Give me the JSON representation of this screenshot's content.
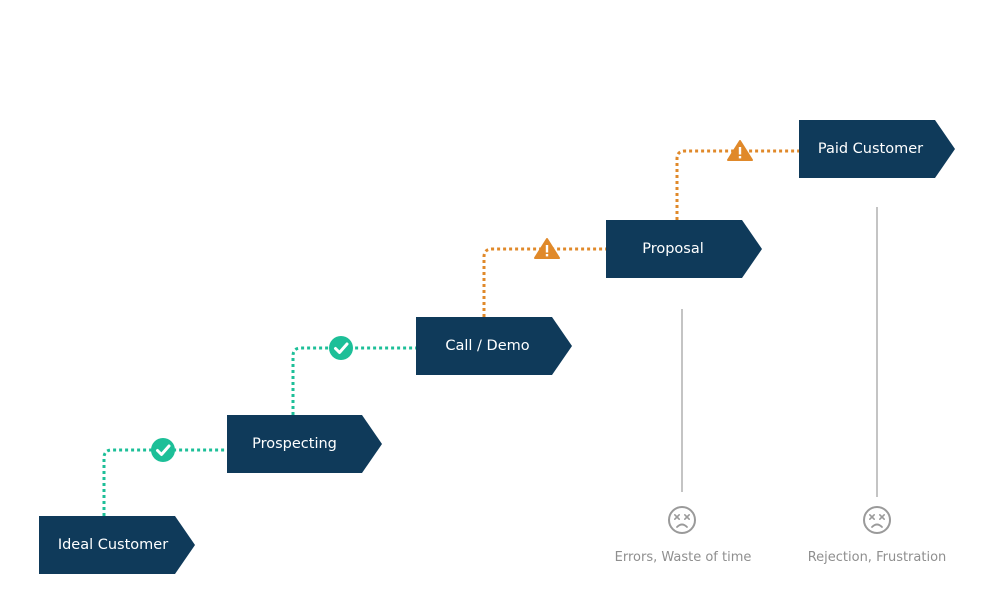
{
  "colors": {
    "stage_fill": "#0f3a5a",
    "stage_text": "#ffffff",
    "success": "#1dbf98",
    "warning": "#e0892a",
    "neutral_line": "#8a8a8a",
    "outcome_text": "#8f8f8f"
  },
  "stages": [
    {
      "id": "ideal-customer",
      "label": "Ideal Customer"
    },
    {
      "id": "prospecting",
      "label": "Prospecting"
    },
    {
      "id": "call-demo",
      "label": "Call / Demo"
    },
    {
      "id": "proposal",
      "label": "Proposal"
    },
    {
      "id": "paid-customer",
      "label": "Paid Customer"
    }
  ],
  "transitions": [
    {
      "from": "ideal-customer",
      "to": "prospecting",
      "status": "success",
      "icon": "check-circle-icon"
    },
    {
      "from": "prospecting",
      "to": "call-demo",
      "status": "success",
      "icon": "check-circle-icon"
    },
    {
      "from": "call-demo",
      "to": "proposal",
      "status": "warning",
      "icon": "warning-triangle-icon"
    },
    {
      "from": "proposal",
      "to": "paid-customer",
      "status": "warning",
      "icon": "warning-triangle-icon"
    }
  ],
  "outcomes": [
    {
      "stage": "proposal",
      "icon": "sad-face-icon",
      "label": "Errors, Waste of time"
    },
    {
      "stage": "paid-customer",
      "icon": "sad-face-icon",
      "label": "Rejection, Frustration"
    }
  ]
}
